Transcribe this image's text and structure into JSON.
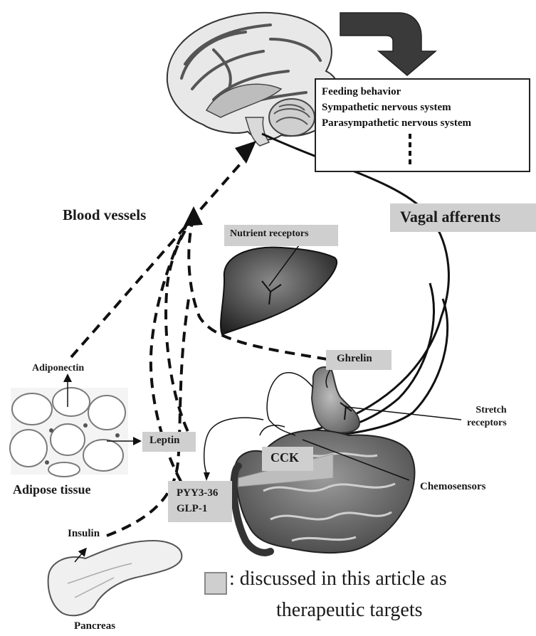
{
  "effects": {
    "items": [
      "Feeding behavior",
      "Sympathetic nervous system",
      "Parasympathetic nervous system"
    ]
  },
  "labels": {
    "blood_vessels": "Blood vessels",
    "vagal_afferents": "Vagal afferents",
    "adiponectin": "Adiponectin",
    "adipose_tissue": "Adipose tissue",
    "insulin": "Insulin",
    "pancreas": "Pancreas",
    "stretch_receptors_line1": "Stretch",
    "stretch_receptors_line2": "receptors",
    "chemosensors": "Chemosensors"
  },
  "targets": {
    "nutrient_receptors": "Nutrient  receptors",
    "ghrelin": "Ghrelin",
    "leptin": "Leptin",
    "cck": "CCK",
    "pyy": "PYY3-36",
    "glp1": "GLP-1"
  },
  "legend": {
    "line1": ": discussed in this article as",
    "line2": "therapeutic targets"
  },
  "colors": {
    "target_box": "#cfcfcf",
    "line": "#111111",
    "organ_dark": "#3a3a3a",
    "organ_mid": "#8c8c8c",
    "brain_light": "#e6e6e6"
  }
}
